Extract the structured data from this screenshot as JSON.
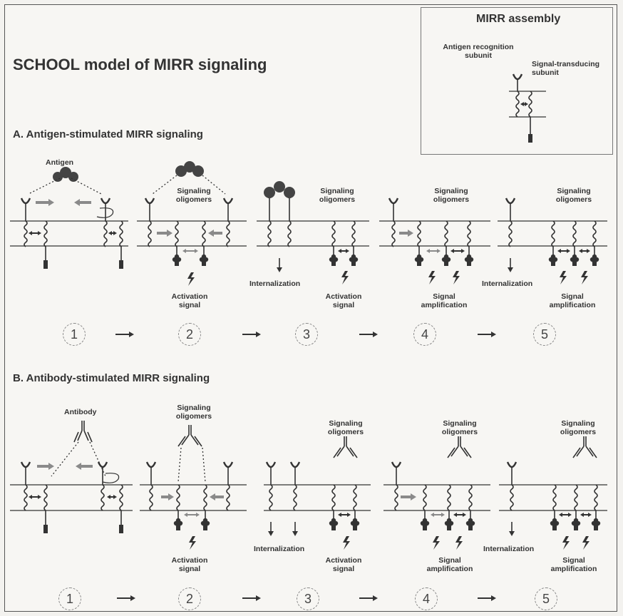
{
  "title": "SCHOOL model of MIRR signaling",
  "legend": {
    "title": "MIRR assembly",
    "recognition_label": "Antigen recognition subunit",
    "transducing_label": "Signal-transducing subunit"
  },
  "section_a": {
    "title": "A. Antigen-stimulated MIRR signaling",
    "ligand_label": "Antigen",
    "steps": [
      "1",
      "2",
      "3",
      "4",
      "5"
    ],
    "labels": {
      "signaling_oligomers": "Signaling oligomers",
      "activation_signal": "Activation signal",
      "internalization": "Internalization",
      "signal_amplification": "Signal amplification"
    }
  },
  "section_b": {
    "title": "B. Antibody-stimulated MIRR signaling",
    "ligand_label": "Antibody",
    "steps": [
      "1",
      "2",
      "3",
      "4",
      "5"
    ],
    "labels": {
      "signaling_oligomers": "Signaling oligomers",
      "activation_signal": "Activation signal",
      "internalization": "Internalization",
      "signal_amplification": "Signal amplification"
    }
  },
  "colors": {
    "ink": "#333333",
    "grey_arrow": "#8a8a8a",
    "antigen": "#444444",
    "background": "#f7f6f3"
  }
}
